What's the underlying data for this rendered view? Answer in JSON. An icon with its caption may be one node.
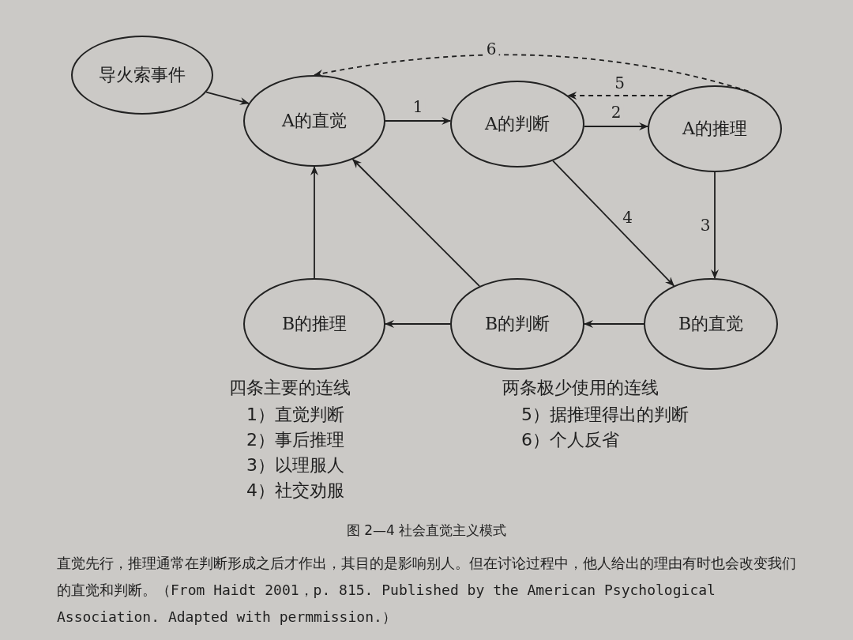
{
  "diagram": {
    "caption": "图 2—4 社会直觉主义模式",
    "nodes": [
      {
        "text": [
          "导火索事件"
        ]
      },
      {
        "text": [
          "A的直觉"
        ]
      },
      {
        "text": [
          "A的判断"
        ]
      },
      {
        "text": [
          "A的推理"
        ]
      },
      {
        "text": [
          "B的推理"
        ]
      },
      {
        "text": [
          "B的判断"
        ]
      },
      {
        "text": [
          "B的直觉"
        ]
      }
    ],
    "edges": [
      {
        "from": 0,
        "to": 1,
        "arrow": "to"
      },
      {
        "from": 1,
        "to": 2,
        "arrow": "to",
        "label": "1"
      },
      {
        "from": 2,
        "to": 3,
        "arrow": "to",
        "label": "2"
      },
      {
        "from": 3,
        "to": 2,
        "arrow": "to",
        "label": "5",
        "style": "dashed"
      },
      {
        "from": 3,
        "to": 1,
        "arrow": "to",
        "label": "6",
        "style": "dashed"
      },
      {
        "from": 2,
        "to": 6,
        "arrow": "to",
        "label": "4"
      },
      {
        "from": 3,
        "to": 6,
        "arrow": "to",
        "label": "3"
      },
      {
        "from": 6,
        "to": 5,
        "arrow": "to"
      },
      {
        "from": 5,
        "to": 4,
        "arrow": "to"
      },
      {
        "from": 4,
        "to": 1,
        "arrow": "to"
      },
      {
        "from": 5,
        "to": 1,
        "arrow": "to"
      }
    ],
    "labels": [
      "四条主要的连线",
      "1）直觉判断",
      "2）事后推理",
      "3）以理服人",
      "4）社交劝服",
      "两条极少使用的连线",
      "5）据推理得出的判断",
      "6）个人反省",
      "直觉先行，推理通常在判断形成之后才作出，其目的是影响别人。但在讨论过程中，他人给出的理由有时也会改变我们的直觉和判断。（From Haidt 2001，p. 815. Published by the American Psychological Association. Adapted with permmission.）"
    ]
  }
}
